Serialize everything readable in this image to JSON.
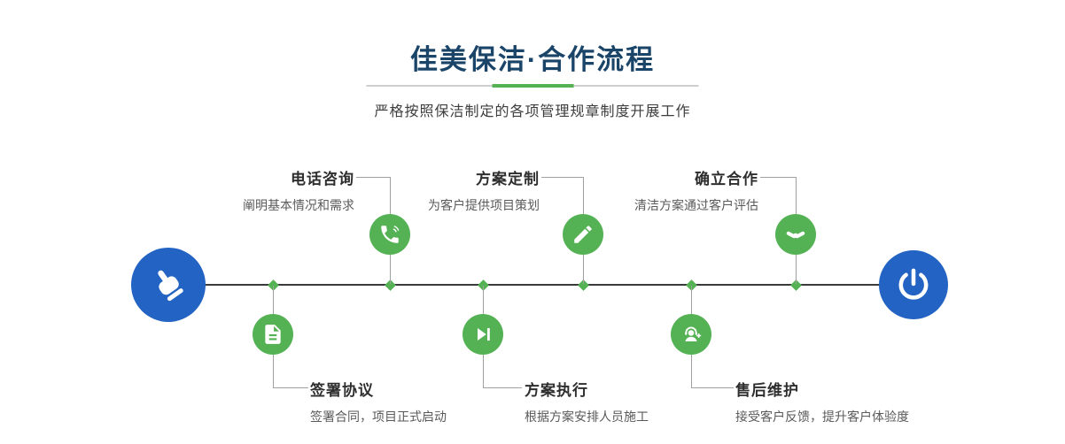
{
  "header": {
    "title": "佳美保洁·合作流程",
    "subtitle": "严格按照保洁制定的各项管理规章制度开展工作"
  },
  "steps": [
    {
      "label": "电话咨询",
      "desc": "阐明基本情况和需求",
      "icon": "phone-icon"
    },
    {
      "label": "方案定制",
      "desc": "为客户提供项目策划",
      "icon": "pencil-icon"
    },
    {
      "label": "确立合作",
      "desc": "清洁方案通过客户评估",
      "icon": "handshake-icon"
    },
    {
      "label": "签署协议",
      "desc": "签署合同，项目正式启动",
      "icon": "contract-icon"
    },
    {
      "label": "方案执行",
      "desc": "根据方案安排人员施工",
      "icon": "play-icon"
    },
    {
      "label": "售后维护",
      "desc": "接受客户反馈，提升客户体验度",
      "icon": "support-icon"
    }
  ],
  "endpoints": {
    "start_icon": "pointing-hand-icon",
    "end_icon": "power-icon"
  },
  "colors": {
    "accent_green": "#54b254",
    "accent_blue": "#2263c3",
    "title_navy": "#1a4569",
    "timeline": "#3a3a3a"
  }
}
